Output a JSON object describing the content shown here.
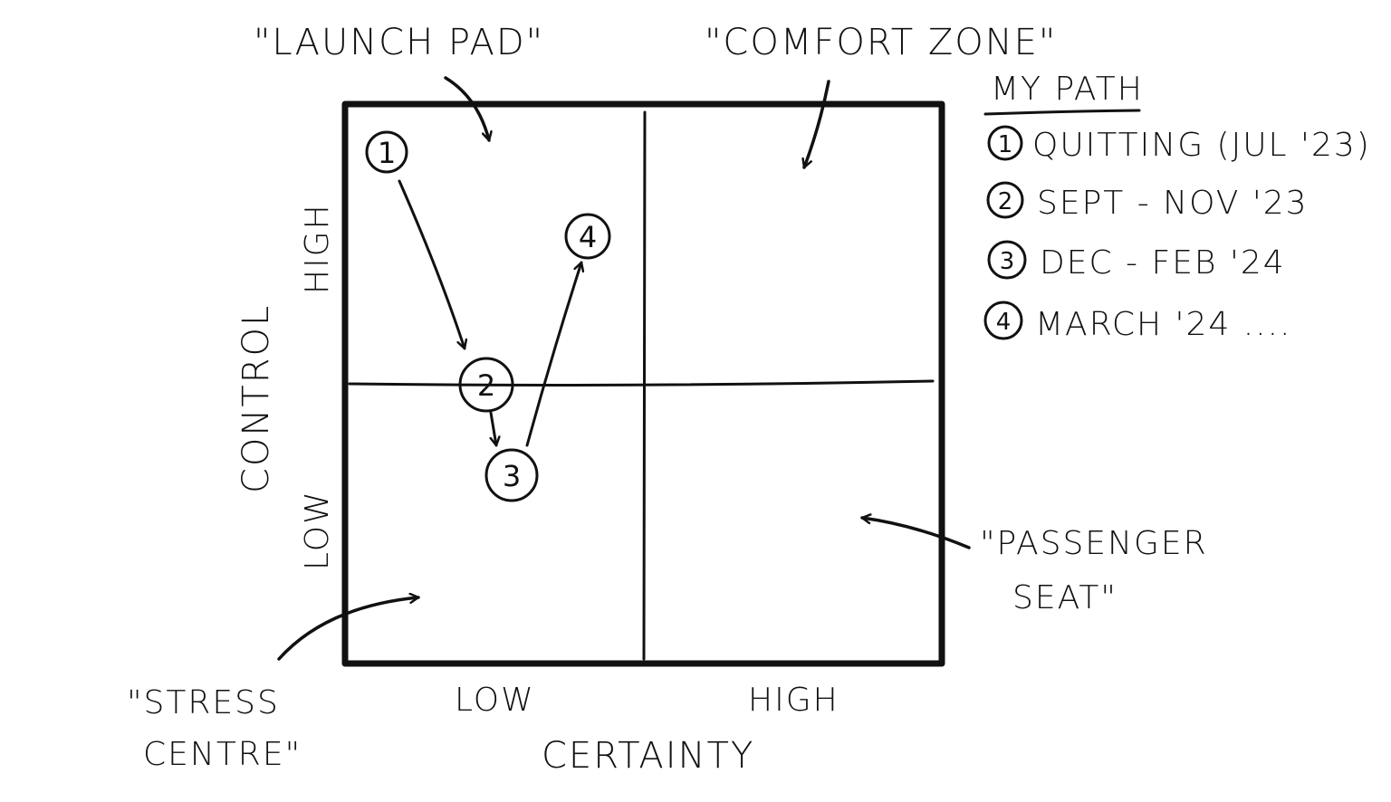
{
  "quadrants": {
    "launch_pad": "\"LAUNCH PAD\"",
    "comfort_zone": "\"COMFORT ZONE\"",
    "passenger_seat_line1": "\"PASSENGER",
    "passenger_seat_line2": "SEAT\"",
    "stress_centre_line1": "\"STRESS",
    "stress_centre_line2": "CENTRE\""
  },
  "axes": {
    "y_label": "CONTROL",
    "y_high": "HIGH",
    "y_low": "LOW",
    "x_label": "CERTAINTY",
    "x_low": "LOW",
    "x_high": "HIGH"
  },
  "path": {
    "nodes": [
      {
        "label": "1"
      },
      {
        "label": "2"
      },
      {
        "label": "3"
      },
      {
        "label": "4"
      }
    ]
  },
  "legend": {
    "title": "MY PATH",
    "items": [
      {
        "num": "1",
        "text": "QUITTING (JUL '23)"
      },
      {
        "num": "2",
        "text": "SEPT - NOV '23"
      },
      {
        "num": "3",
        "text": "DEC - FEB '24"
      },
      {
        "num": "4",
        "text": "MARCH '24 ...."
      }
    ]
  },
  "colors": {
    "ink": "#111111",
    "paper": "#ffffff"
  }
}
